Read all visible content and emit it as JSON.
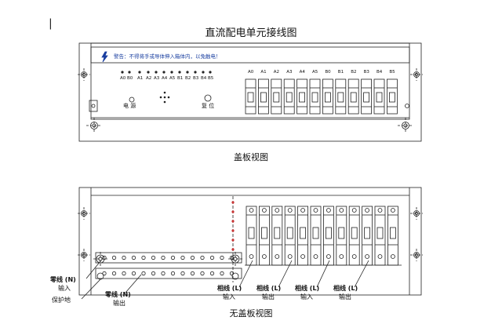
{
  "title": "直流配电单元接线图",
  "top_view": {
    "caption": "盖板视图",
    "warning": "警告：不得将手或导体伸入箱体内，以免触电！",
    "led_labels": [
      "A0",
      "B0",
      "A1",
      "A2",
      "A3",
      "A4",
      "A5",
      "B1",
      "B2",
      "B3",
      "B4",
      "B5"
    ],
    "breaker_labels": [
      "A0",
      "A1",
      "A2",
      "A3",
      "A4",
      "A5",
      "B0",
      "B1",
      "B2",
      "B3",
      "B4",
      "B5"
    ],
    "power_label": "电  源",
    "reset_label": "复  位"
  },
  "bottom_view": {
    "caption": "无盖板视图",
    "labels": {
      "neutral_in": "零线 (N)",
      "neutral_in_sub": "输入",
      "ground": "保护地",
      "neutral_out": "零线 (N)",
      "neutral_out_sub": "输出",
      "phase1": "相线 (L)",
      "phase1_sub": "输入",
      "phase2": "相线 (L)",
      "phase2_sub": "输出",
      "phase3": "相线 (L)",
      "phase3_sub": "输入",
      "phase4": "相线 (L)",
      "phase4_sub": "输出"
    }
  },
  "marker": "|"
}
